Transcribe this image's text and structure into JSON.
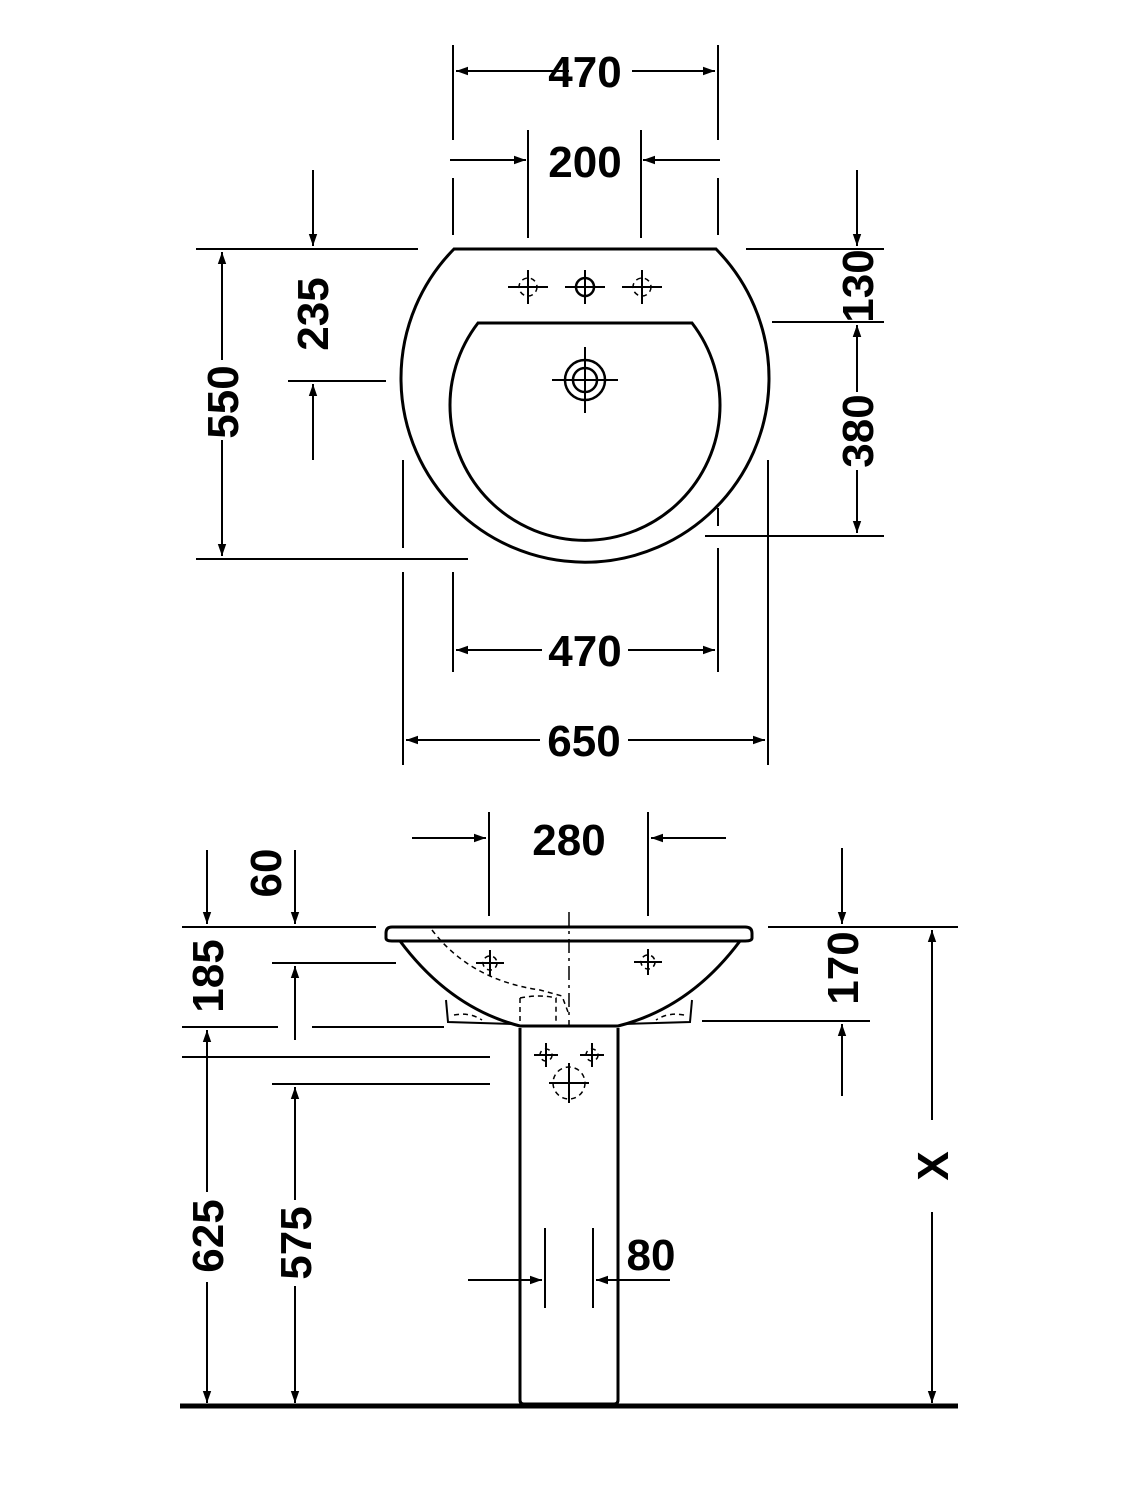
{
  "top_view": {
    "overall_top_width": "470",
    "tap_hole_spacing": "200",
    "overall_depth": "550",
    "tap_to_drain_depth": "235",
    "rim_to_tap_row": "130",
    "bowl_depth": "380",
    "inner_width": "470",
    "overall_width": "650"
  },
  "front_view": {
    "bracket_spacing": "280",
    "rim_offset": "60",
    "bowl_height_left": "185",
    "bowl_height_right": "170",
    "floor_to_bowl_underside": "625",
    "floor_to_outlet": "575",
    "pedestal_width": "80",
    "installation_height": "X"
  }
}
